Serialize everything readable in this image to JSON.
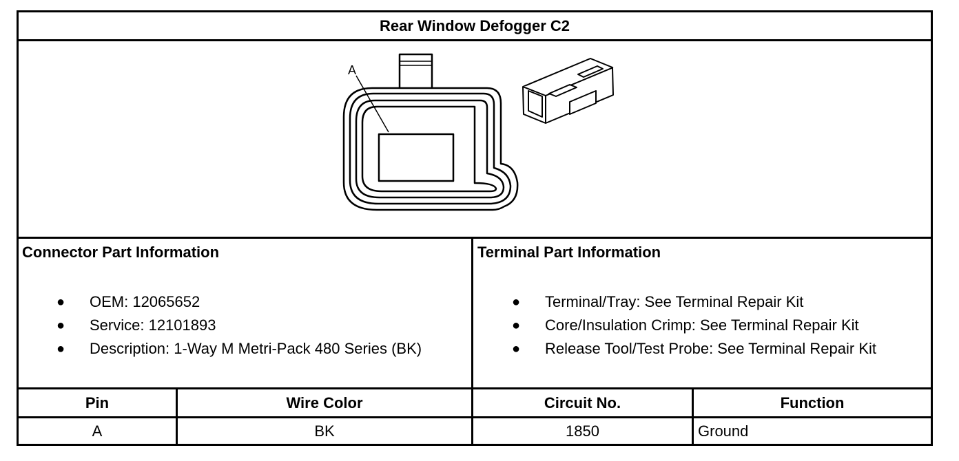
{
  "title": "Rear Window Defogger C2",
  "diagram": {
    "callout_label": "A"
  },
  "connector_info": {
    "heading": "Connector Part Information",
    "items": [
      "OEM: 12065652",
      "Service: 12101893",
      "Description: 1-Way M Metri-Pack 480 Series (BK)"
    ]
  },
  "terminal_info": {
    "heading": "Terminal Part Information",
    "items": [
      "Terminal/Tray: See Terminal Repair Kit",
      "Core/Insulation Crimp: See Terminal Repair Kit",
      "Release Tool/Test Probe: See Terminal Repair Kit"
    ]
  },
  "pin_table": {
    "headers": [
      "Pin",
      "Wire Color",
      "Circuit No.",
      "Function"
    ],
    "rows": [
      [
        "A",
        "BK",
        "1850",
        "Ground"
      ]
    ]
  }
}
